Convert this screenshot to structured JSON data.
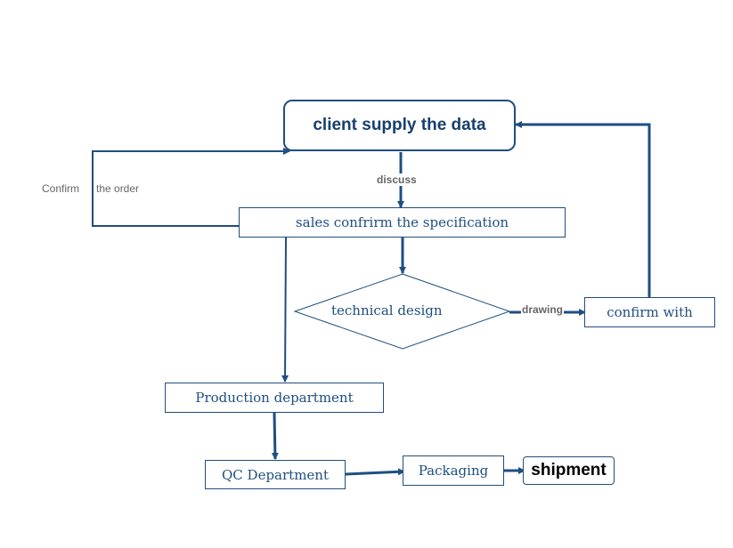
{
  "colors": {
    "stroke": "#1f4e80",
    "text": "#1f4e80",
    "label": "#666666",
    "final_text": "#000000"
  },
  "nodes": {
    "client": "client supply the data",
    "sales": "sales confrirm the specification",
    "design": "technical design",
    "confirm": "confirm with",
    "production": "Production department",
    "qc": "QC Department",
    "packaging": "Packaging",
    "shipment": "shipment"
  },
  "edge_labels": {
    "discuss": "discuss",
    "drawing": "drawing",
    "confirm_order_a": "Confirm",
    "confirm_order_b": "the order"
  }
}
